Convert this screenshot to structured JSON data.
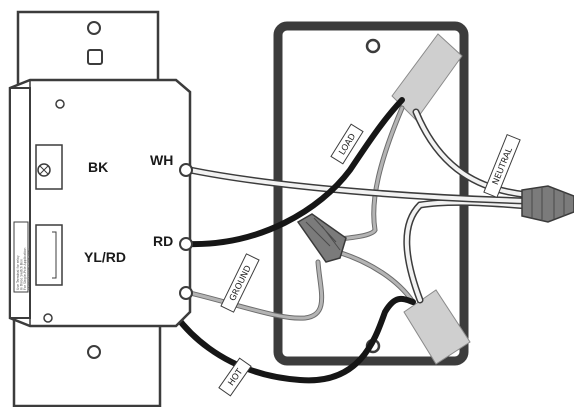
{
  "device": {
    "terminals": {
      "bk": "BK",
      "wh": "WH",
      "rd": "RD",
      "yl_rd": "YL/RD"
    },
    "side_label": {
      "line1": "Use Terminal for relay",
      "line2": "in three Switch Box",
      "line3": "For Single-Pole Application",
      "line4": "Do Not Connect This Lead"
    }
  },
  "wire_tags": {
    "load": "LOAD",
    "neutral": "NEUTRAL",
    "ground": "GROUND",
    "hot": "HOT"
  },
  "colors": {
    "outline": "#3c3c3c",
    "black_wire": "#161616",
    "white_wire": "#f2f2f2",
    "ground_wire": "#a8a8a8",
    "connector": "#7b7b7b",
    "box_fill": "#ffffff"
  }
}
